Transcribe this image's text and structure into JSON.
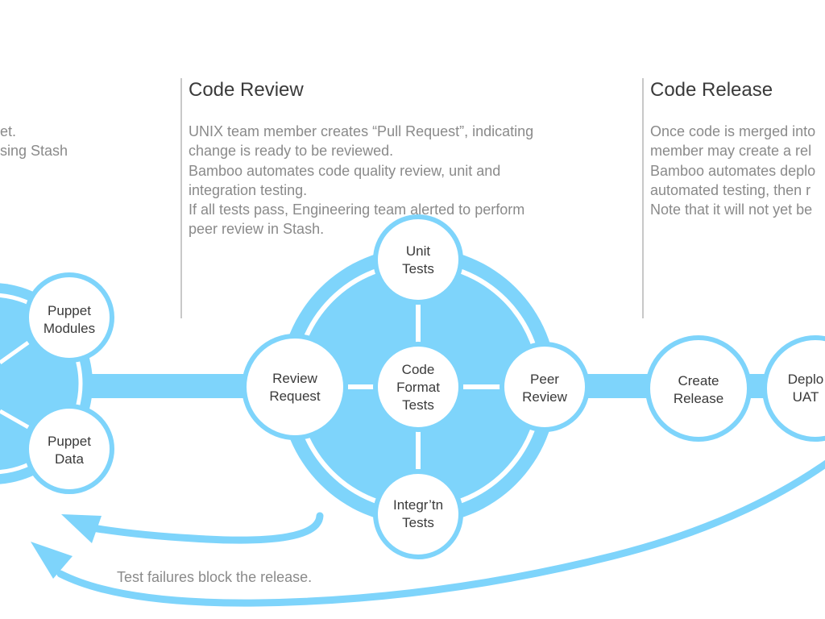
{
  "colors": {
    "accent": "#7ed4fb",
    "heading": "#3a3a3a",
    "body_text": "#8a8a8a",
    "divider": "#c8c8c8"
  },
  "left_section": {
    "lines": [
      "et.",
      "sing Stash"
    ]
  },
  "code_review": {
    "title": "Code Review",
    "lines": [
      "UNIX team member creates “Pull Request”, indicating",
      "change is ready to be reviewed.",
      "Bamboo automates code quality review, unit and",
      "integration testing.",
      "If all tests pass, Engineering team alerted to perform",
      "peer review in Stash."
    ]
  },
  "code_release": {
    "title": "Code Release",
    "lines": [
      "Once code is merged into",
      "member may create a rel",
      "Bamboo automates deplo",
      "automated testing, then r",
      "Note that it will not yet be"
    ]
  },
  "nodes": {
    "puppet_modules": [
      "Puppet",
      "Modules"
    ],
    "puppet_data": [
      "Puppet",
      "Data"
    ],
    "review_request": [
      "Review",
      "Request"
    ],
    "unit_tests": [
      "Unit",
      "Tests"
    ],
    "code_format_tests": [
      "Code",
      "Format",
      "Tests"
    ],
    "peer_review": [
      "Peer",
      "Review"
    ],
    "integration_tests": [
      "Integr’tn",
      "Tests"
    ],
    "create_release": [
      "Create",
      "Release"
    ],
    "deploy_uat": [
      "Deplo",
      "UAT"
    ]
  },
  "footnote": "Test failures block the release."
}
